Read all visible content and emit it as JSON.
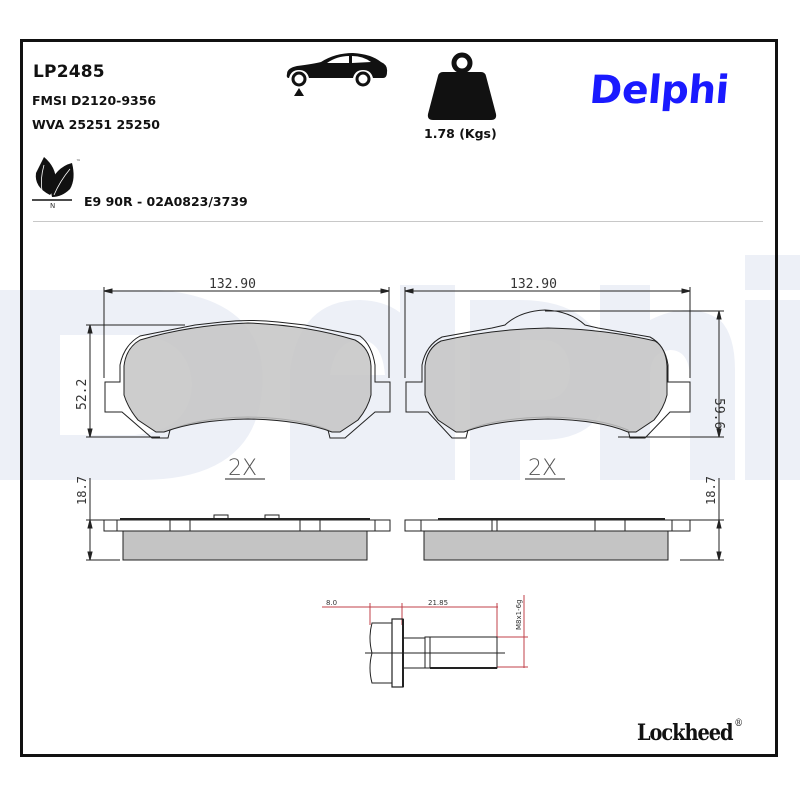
{
  "header": {
    "part_number": "LP2485",
    "fmsi": "FMSI D2120-9356",
    "wva": "WVA 25251 25250",
    "approval": "E9 90R - 02A0823/3739",
    "weight_label": "1.78 (Kgs)",
    "brand": "Delphi",
    "eco_mark": "N",
    "eco_tm": "™"
  },
  "icons": {
    "car": "car-front-axle-icon",
    "weight": "weight-icon",
    "leaf": "eco-leaf-icon"
  },
  "drawing": {
    "left_pad": {
      "width_dim": "132.90",
      "height_dim": "52.2",
      "quantity": "2X",
      "thickness_dim": "18.7"
    },
    "right_pad": {
      "width_dim": "132.90",
      "height_dim": "59.6",
      "quantity": "2X",
      "thickness_dim": "18.7"
    },
    "bolt": {
      "head_dim": "8.0",
      "length_dim": "21.85",
      "thread_spec": "M8x1-6g"
    }
  },
  "footer": {
    "brand": "Lockheed",
    "registered": "®"
  },
  "colors": {
    "brand_blue": "#1a1aff",
    "watermark": "#edf0f7",
    "friction_gray": "#c4c4c4",
    "dim_red": "#c0404a",
    "frame": "#111111"
  }
}
